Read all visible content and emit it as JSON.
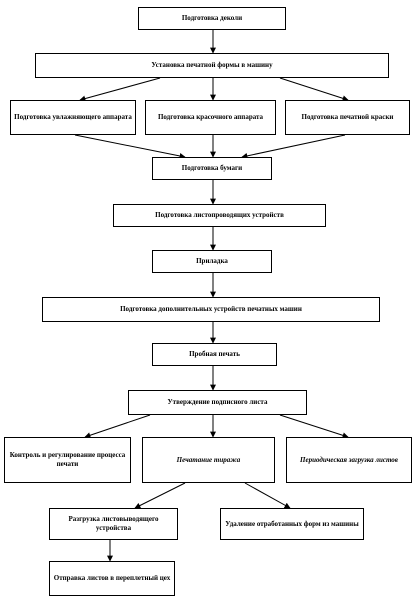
{
  "colors": {
    "stroke": "#000000",
    "fill": "#ffffff",
    "text": "#000000"
  },
  "nodes": {
    "n1": "Подготовка деколи",
    "n2": "Установка печатной формы в машину",
    "n3a": "Подготовка увлажняющего аппарата",
    "n3b": "Подготовка красочного аппарата",
    "n3c": "Подготовка печатной краски",
    "n4": "Подготовка бумаги",
    "n5": "Подготовка листопроводящих устройств",
    "n6": "Приладка",
    "n7": "Подготовка дополнительных устройств печатных машин",
    "n8": "Пробная печать",
    "n9": "Утверждение подписного листа",
    "n10a": "Контроль и регулирование процесса печати",
    "n10b": "Печатание тиража",
    "n10c": "Периодическая загрузка листов",
    "n11a": "Разгрузка листовыводящего устройства",
    "n11b": "Удаление отработанных форм из машины",
    "n12": "Отправка листов в переплетный цех"
  }
}
